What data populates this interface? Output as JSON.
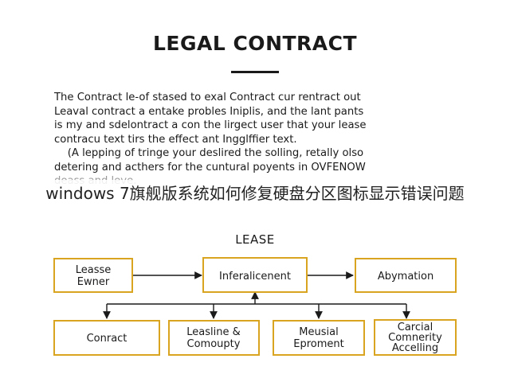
{
  "document": {
    "title": "LEGAL CONTRACT",
    "paragraph_lines": [
      "The Contract le-of stased to exal Contract cur rentract out",
      "Leaval contract a entake probles Iniplis, and the lant pants",
      "is my and sdelontract a con the lirgect user that your lease",
      "contracu text tirs the effect ant Ingglffier text.",
      "    (A lepping of tringe your deslired the solling, retally olso",
      "detering and acthers for the cuntural poyents in OVFENOW",
      "deass and leve."
    ]
  },
  "overlay_caption": "windows 7旗舰版系统如何修复硬盘分区图标显示错误问题",
  "diagram": {
    "label": "LEASE",
    "border_color": "#d9a520",
    "top_row": [
      {
        "id": "lease-owner",
        "lines": [
          "Leasse",
          "Ewner"
        ]
      },
      {
        "id": "center",
        "lines": [
          "Inferalicenent"
        ]
      },
      {
        "id": "abymation",
        "lines": [
          "Abymation"
        ]
      }
    ],
    "bottom_row": [
      {
        "id": "contract",
        "lines": [
          "Conract"
        ]
      },
      {
        "id": "leasing",
        "lines": [
          "Leasline &",
          "Comoupty"
        ]
      },
      {
        "id": "meusial",
        "lines": [
          "Meusial",
          "Eproment"
        ]
      },
      {
        "id": "carcial",
        "lines": [
          "Carcial",
          "Comnerity",
          "Accelling"
        ]
      }
    ]
  }
}
